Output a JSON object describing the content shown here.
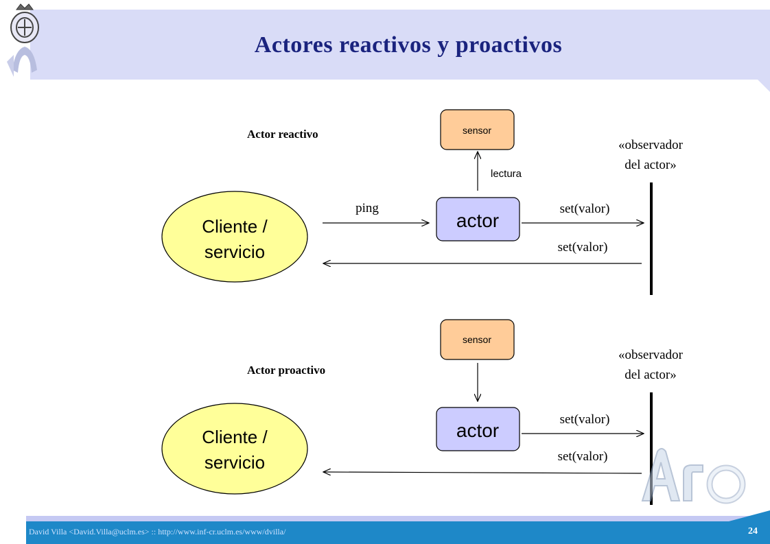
{
  "slide": {
    "title": "Actores reactivos y proactivos",
    "footer": "David Villa <David.Villa@uclm.es> :: http://www.inf-cr.uclm.es/www/dvilla/",
    "page_number": "24"
  },
  "reactive": {
    "section_label": "Actor reactivo",
    "client_line1": "Cliente /",
    "client_line2": "servicio",
    "sensor_label": "sensor",
    "actor_label": "actor",
    "read_label": "lectura",
    "ping_label": "ping",
    "set_out_label": "set(valor)",
    "set_back_label": "set(valor)",
    "observer_line1": "«observador",
    "observer_line2": "del actor»"
  },
  "proactive": {
    "section_label": "Actor proactivo",
    "client_line1": "Cliente /",
    "client_line2": "servicio",
    "sensor_label": "sensor",
    "actor_label": "actor",
    "set_out_label": "set(valor)",
    "set_back_label": "set(valor)",
    "observer_line1": "«observador",
    "observer_line2": "del actor»"
  },
  "colors": {
    "title": "#1a237e",
    "client_fill": "#ffff99",
    "sensor_fill": "#ffcc99",
    "actor_fill": "#ccccff",
    "header_band": "#d9dcf7",
    "footer_band": "#1e88c8"
  },
  "logos": {
    "university_logo": "uclm-crest",
    "group_logo": "Arco"
  }
}
